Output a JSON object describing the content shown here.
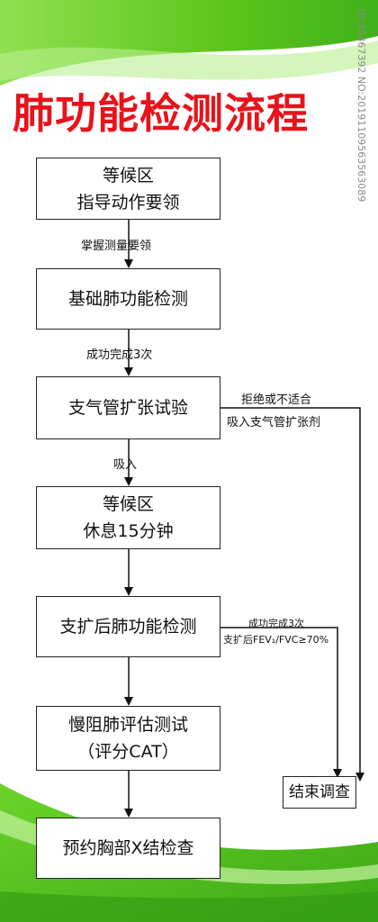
{
  "title": "肺功能检测流程",
  "nodes": {
    "waiting1": {
      "line1": "等候区",
      "line2": "指导动作要领"
    },
    "baseline": {
      "line1": "基础肺功能检测"
    },
    "bronchodilator": {
      "line1": "支气管扩张试验"
    },
    "waiting2": {
      "line1": "等候区",
      "line2": "休息15分钟"
    },
    "post": {
      "line1": "支扩后肺功能检测"
    },
    "copd": {
      "line1": "慢阻肺评估测试",
      "line2": "（评分CAT）"
    },
    "chest": {
      "line1": "预约胸部X结检查"
    },
    "end": {
      "line1": "结束调查"
    }
  },
  "edges": {
    "e1": "掌握测量要领",
    "e2": "成功完成3次",
    "e3": "吸入",
    "side1_line1": "拒绝或不适合",
    "side1_line2": "吸入支气管扩张剂",
    "side2_line1": "成功完成3次",
    "side2_line2": "支扩后FEV₁/FVC≥70%"
  },
  "watermark": "ID:26367392 NO:20191109563563089",
  "colors": {
    "title": "#e8131b",
    "accent_green": "#5fd024"
  }
}
